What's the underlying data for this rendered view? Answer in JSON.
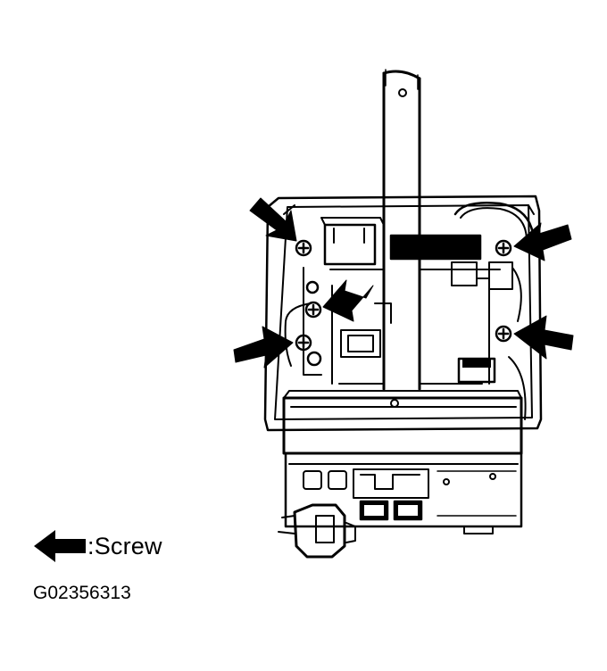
{
  "legend": {
    "icon": "arrow-left-icon",
    "label": ":Screw"
  },
  "figure_code": "G02356313",
  "colors": {
    "line": "#000000",
    "background": "#ffffff"
  },
  "screw_arrows": 5
}
